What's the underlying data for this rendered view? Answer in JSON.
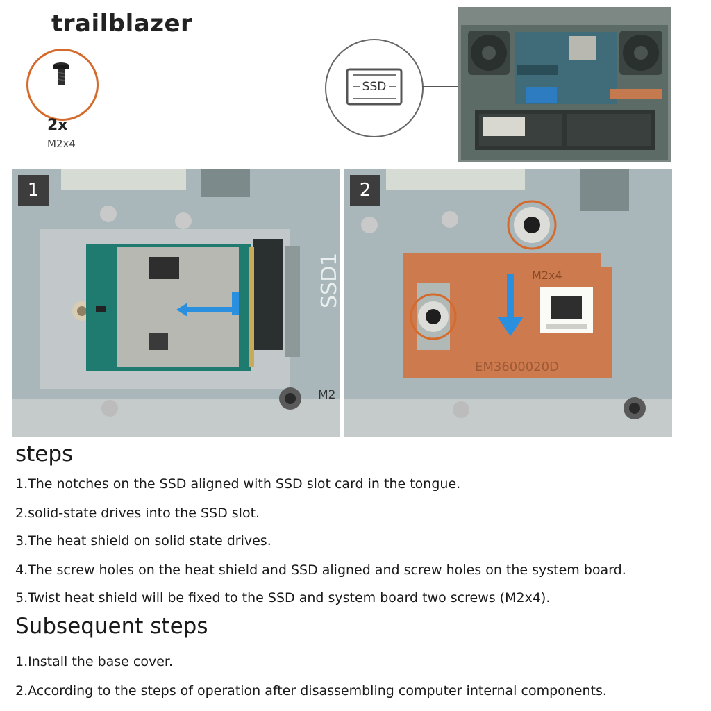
{
  "brand": "trailblazer",
  "screw": {
    "count": "2x",
    "size": "M2x4"
  },
  "callout": {
    "label": "SSD"
  },
  "panels": [
    {
      "number": "1",
      "board_label": "SSD1",
      "screw_label": "M2"
    },
    {
      "number": "2",
      "shield_label": "M2x4",
      "shield_code": "EM3600020D"
    }
  ],
  "steps": {
    "heading": "steps",
    "items": [
      "1.The notches on the SSD aligned with SSD slot card in the tongue.",
      "2.solid-state drives into the SSD slot.",
      "3.The heat shield on solid state drives.",
      "4.The screw holes on the heat shield and SSD aligned and screw holes on the system board.",
      "5.Twist heat shield will be fixed to the SSD and system board two screws (M2x4)."
    ]
  },
  "subsequent": {
    "heading": "Subsequent steps",
    "items": [
      "1.Install the base cover.",
      "2.According to the steps of operation after disassembling computer internal components."
    ]
  },
  "colors": {
    "accent_ring": "#d46a2c",
    "arrow": "#2b8fe0",
    "copper": "#cc7a4e",
    "board": "#a8b4b8",
    "ssd_pcb": "#1f7a70"
  }
}
